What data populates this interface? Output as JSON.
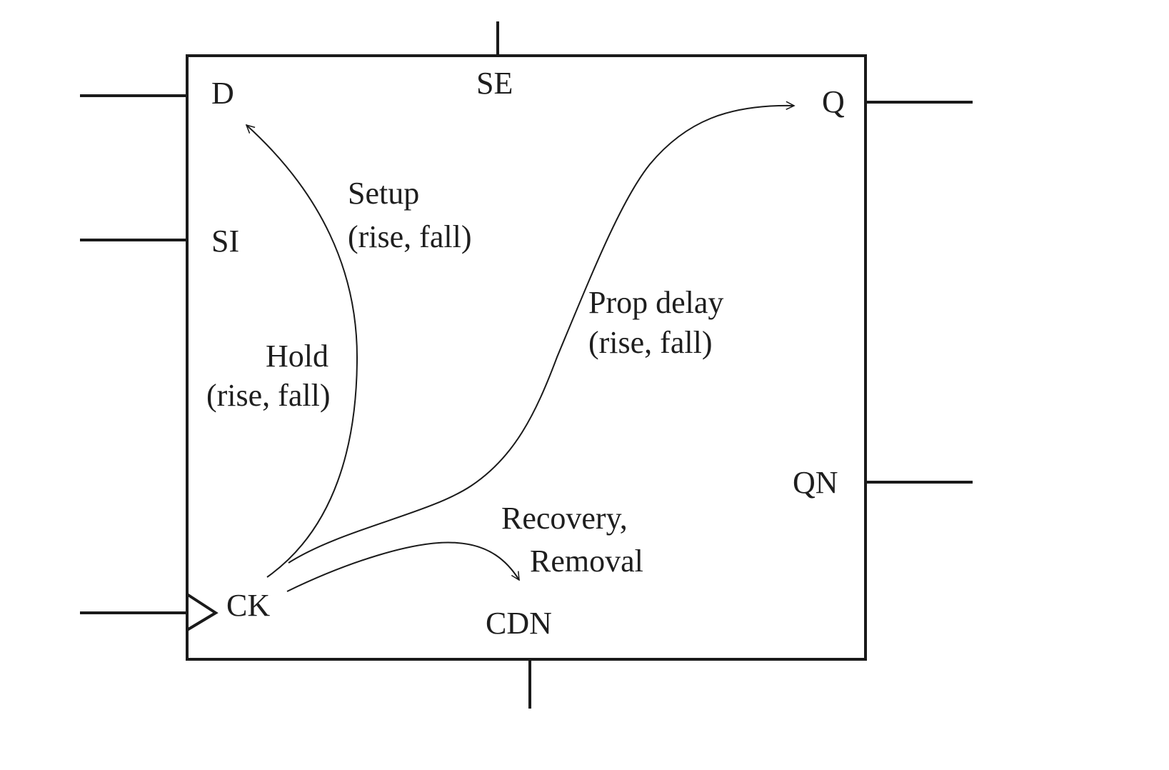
{
  "pins": {
    "d": "D",
    "se": "SE",
    "q": "Q",
    "si": "SI",
    "qn": "QN",
    "ck": "CK",
    "cdn": "CDN"
  },
  "arcs": {
    "setup": {
      "line1": "Setup",
      "line2": "(rise, fall)"
    },
    "hold": {
      "line1": "Hold",
      "line2": "(rise, fall)"
    },
    "prop_delay": {
      "line1": "Prop delay",
      "line2": "(rise, fall)"
    },
    "recovery_removal": {
      "line1": "Recovery,",
      "line2": "Removal"
    }
  }
}
